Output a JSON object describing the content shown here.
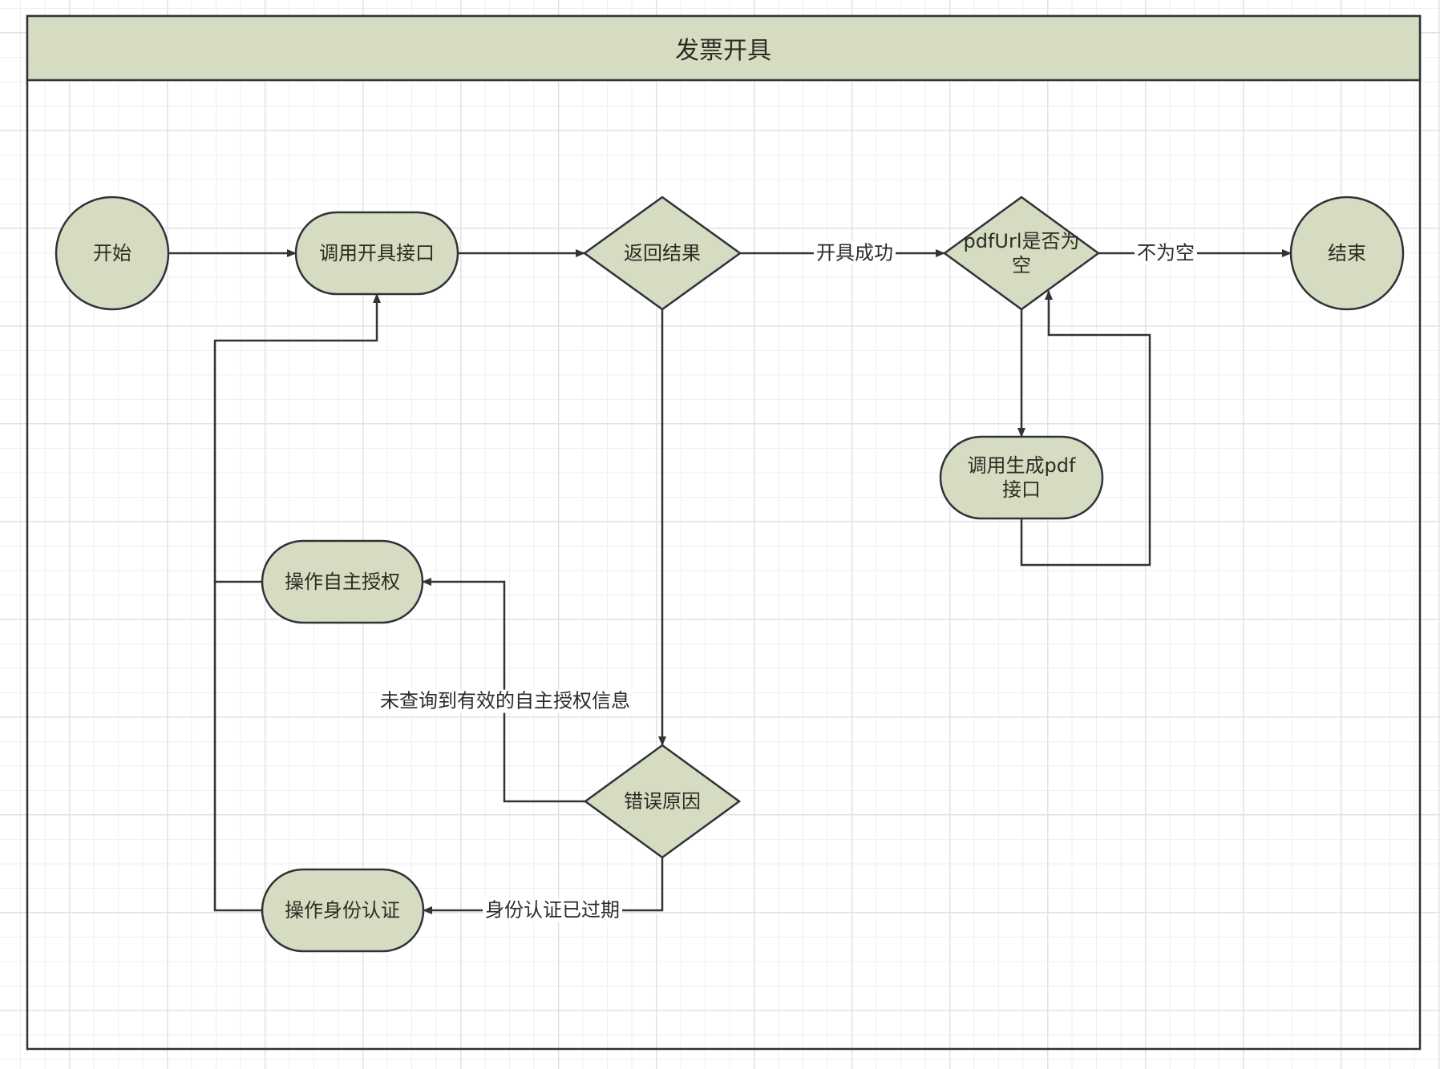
{
  "pool": {
    "title": "发票开具",
    "header_fill": "#d6dcc2",
    "border_color": "#2e3338"
  },
  "style": {
    "node_fill": "#d6dcc2",
    "node_stroke": "#2e3338",
    "edge_color": "#333333"
  },
  "nodes": {
    "start": {
      "type": "circle",
      "label": "开始"
    },
    "call_issue_api": {
      "type": "terminator",
      "label": "调用开具接口"
    },
    "return_result": {
      "type": "decision",
      "label": "返回结果"
    },
    "pdfurl_check": {
      "type": "decision",
      "label": "pdfUrl是否为空",
      "label_line1": "pdfUrl是否为",
      "label_line2": "空"
    },
    "end": {
      "type": "circle",
      "label": "结束"
    },
    "call_gen_pdf_api": {
      "type": "terminator",
      "label": "调用生成pdf接口",
      "label_line1": "调用生成pdf",
      "label_line2": "接口"
    },
    "self_auth": {
      "type": "terminator",
      "label": "操作自主授权"
    },
    "error_reason": {
      "type": "decision",
      "label": "错误原因"
    },
    "identity_auth": {
      "type": "terminator",
      "label": "操作身份认证"
    }
  },
  "edges": [
    {
      "from": "start",
      "to": "call_issue_api",
      "label": ""
    },
    {
      "from": "call_issue_api",
      "to": "return_result",
      "label": ""
    },
    {
      "from": "return_result",
      "to": "pdfurl_check",
      "label": "开具成功"
    },
    {
      "from": "pdfurl_check",
      "to": "end",
      "label": "不为空"
    },
    {
      "from": "pdfurl_check",
      "to": "call_gen_pdf_api",
      "label": ""
    },
    {
      "from": "call_gen_pdf_api",
      "to": "pdfurl_check",
      "label": ""
    },
    {
      "from": "return_result",
      "to": "error_reason",
      "label": ""
    },
    {
      "from": "error_reason",
      "to": "self_auth",
      "label": "未查询到有效的自主授权信息"
    },
    {
      "from": "error_reason",
      "to": "identity_auth",
      "label": "身份认证已过期"
    },
    {
      "from": "self_auth",
      "to": "call_issue_api",
      "label": ""
    },
    {
      "from": "identity_auth",
      "to": "call_issue_api",
      "label": ""
    }
  ]
}
